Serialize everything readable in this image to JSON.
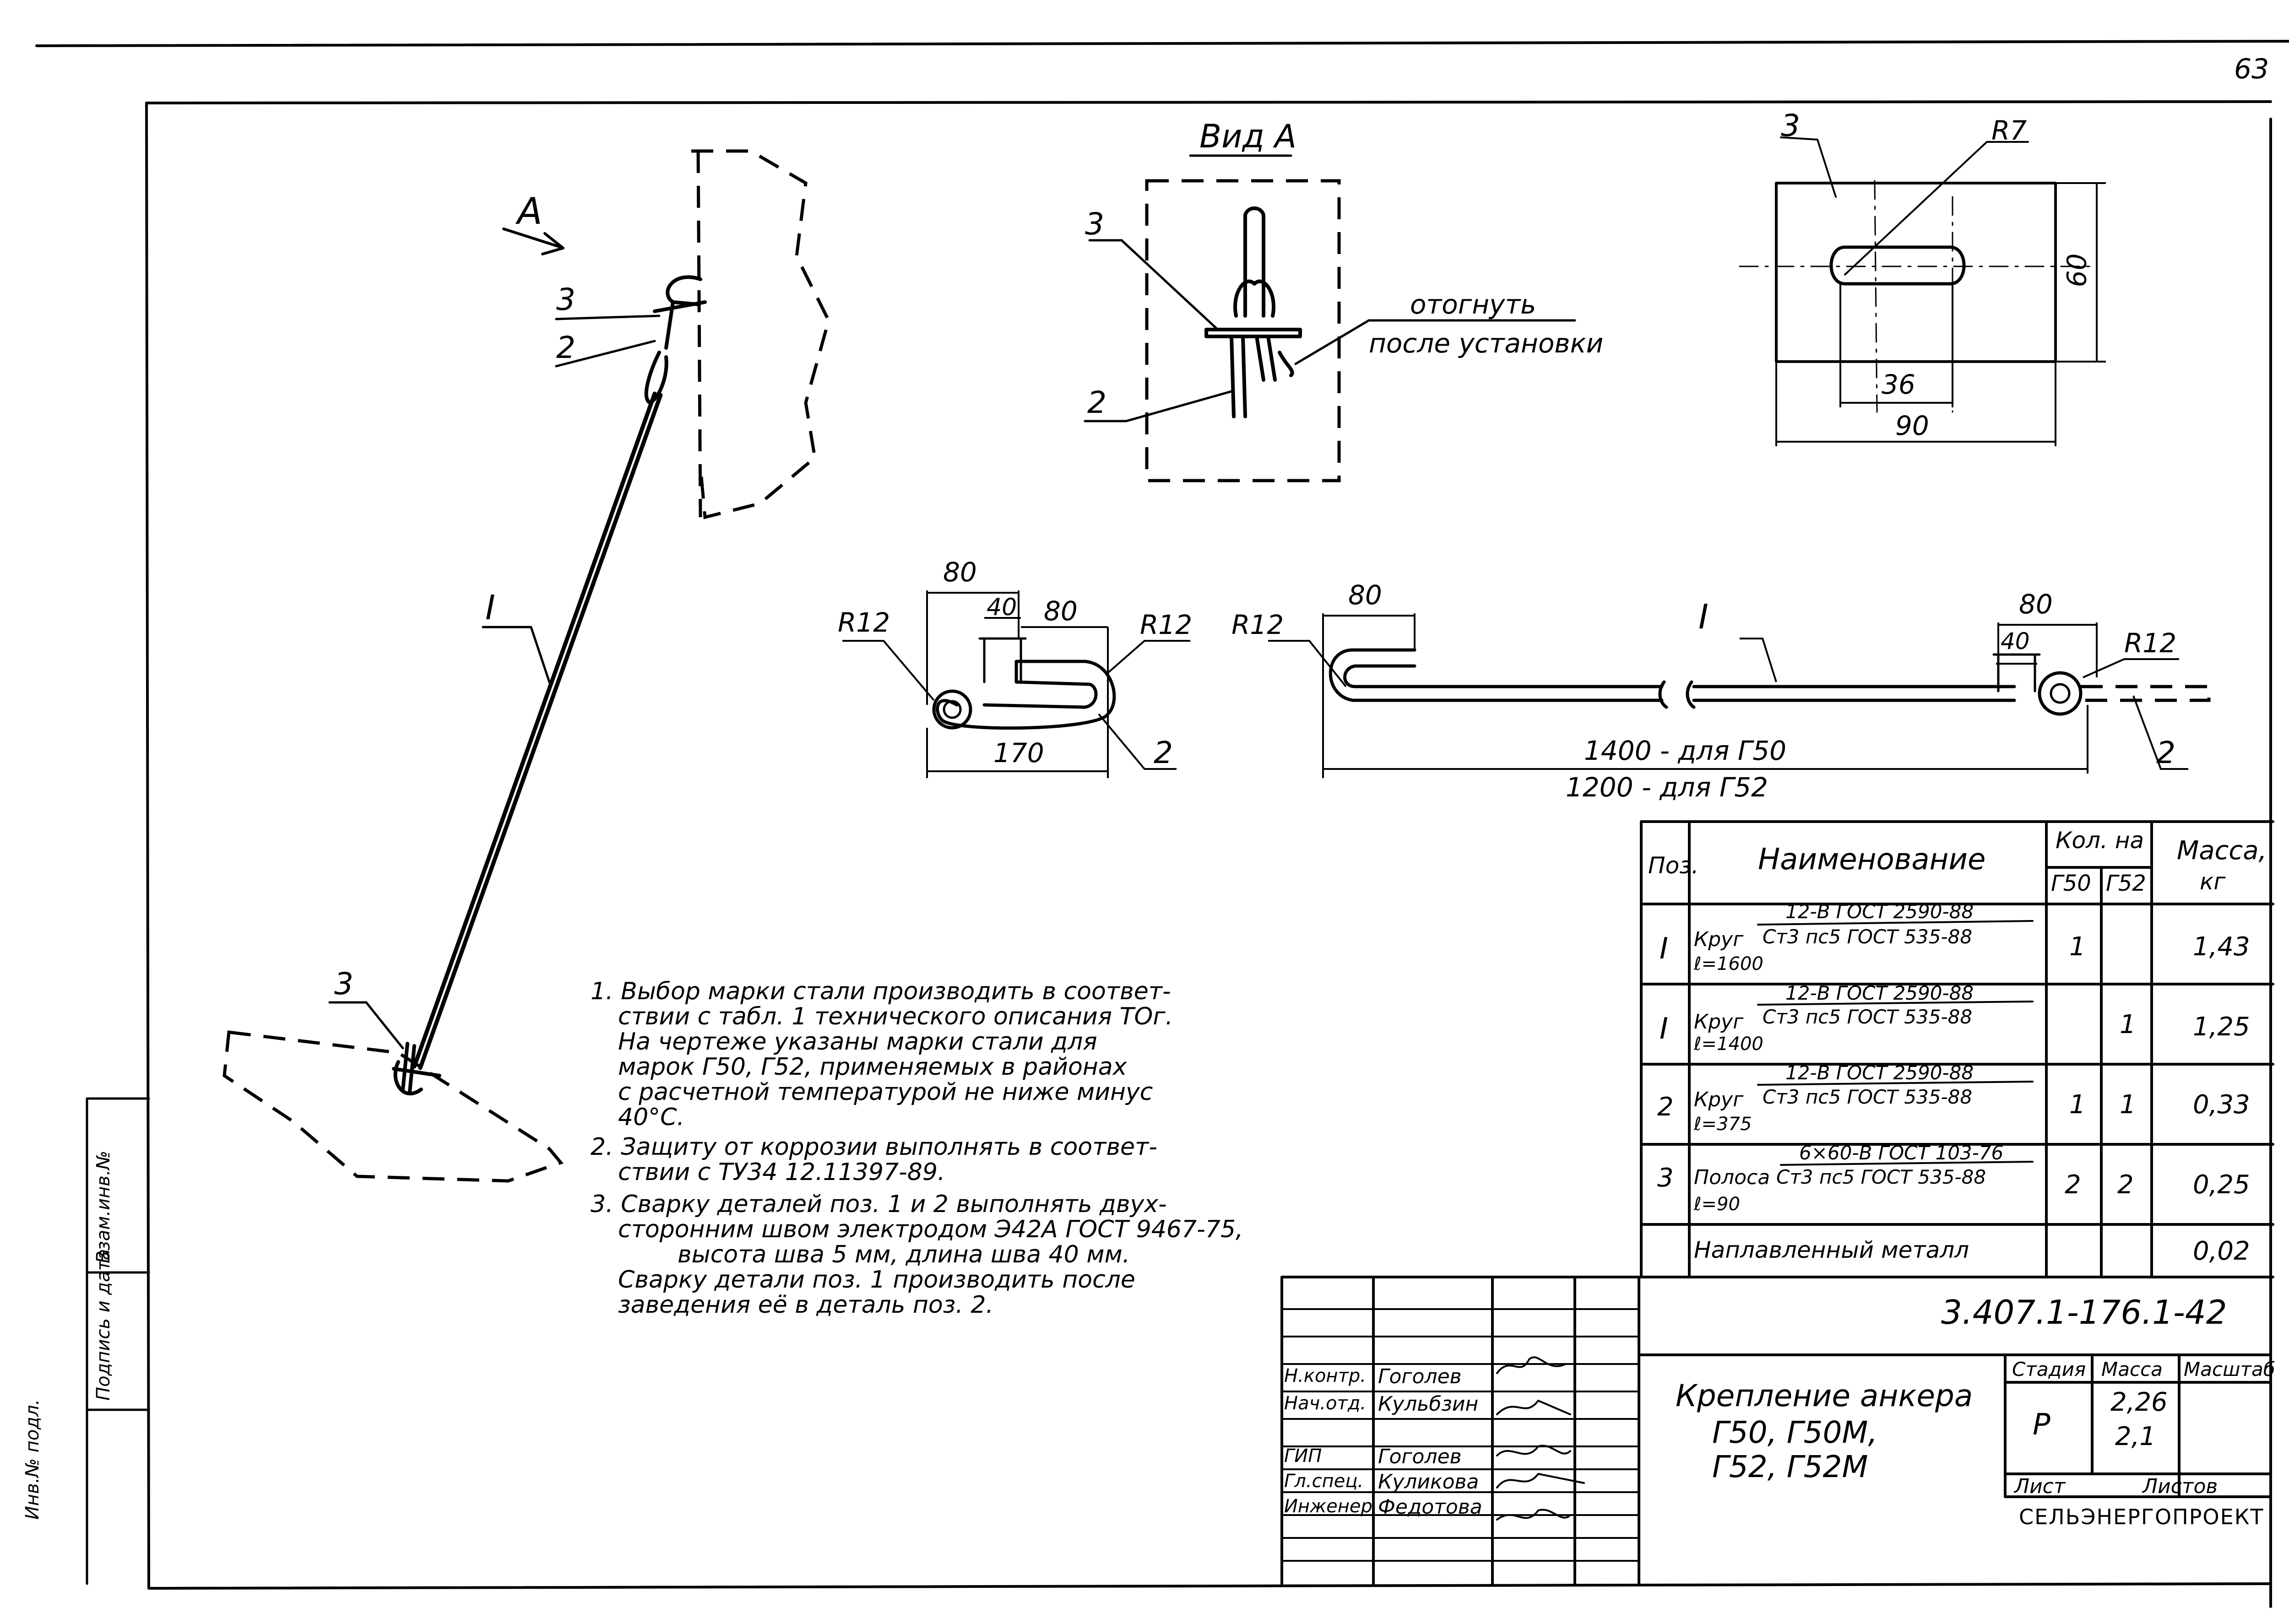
{
  "sheet_number": "63",
  "view_a": {
    "title": "Вид А",
    "arrow_label": "A"
  },
  "callouts": {
    "pos1": "I",
    "pos2": "2",
    "pos3": "3"
  },
  "note_bend": {
    "line1": "отогнуть",
    "line2": "после установки"
  },
  "plate": {
    "radius": "R7",
    "width": "90",
    "slot": "36",
    "height": "60"
  },
  "part2_dims": {
    "total": "80",
    "inner": "40",
    "hook": "80",
    "len": "170",
    "r_left": "R12",
    "r_right": "R12"
  },
  "part1_dims": {
    "hook_left": "80",
    "r_left": "R12",
    "hook_right": "80",
    "inner_right": "40",
    "r_right": "R12",
    "len_g50": "1400 - для Г50",
    "len_g52": "1200 - для Г52"
  },
  "notes": [
    "1. Выбор марки стали производить в соответ-",
    "ствии с табл. 1 технического описания ТОг.",
    "На чертеже указаны марки стали для",
    "марок Г50, Г52, применяемых в районах",
    "с расчетной температурой не ниже минус",
    "40°С.",
    "2. Защиту от коррозии выполнять в соответ-",
    "ствии с ТУ34 12.11397-89.",
    "3. Сварку деталей поз. 1 и 2 выполнять двух-",
    "сторонним швом электродом Э42А ГОСТ 9467-75,",
    "высота шва 5 мм, длина шва 40 мм.",
    "Сварку детали поз. 1 производить после",
    "заведения её в деталь поз. 2."
  ],
  "spec_table": {
    "headers": {
      "pos": "Поз.",
      "name": "Наименование",
      "qty": "Кол. на",
      "g50": "Г50",
      "g52": "Г52",
      "mass": "Масса,",
      "unit": "кг"
    },
    "rows": [
      {
        "pos": "I",
        "kind": "Круг",
        "top": "12-В ГОСТ 2590-88",
        "bottom": "Ст3 пс5 ГОСТ 535-88",
        "len": "ℓ=1600",
        "g50": "1",
        "g52": "",
        "mass": "1,43"
      },
      {
        "pos": "I",
        "kind": "Круг",
        "top": "12-В ГОСТ 2590-88",
        "bottom": "Ст3 пс5 ГОСТ 535-88",
        "len": "ℓ=1400",
        "g50": "",
        "g52": "1",
        "mass": "1,25"
      },
      {
        "pos": "2",
        "kind": "Круг",
        "top": "12-В ГОСТ 2590-88",
        "bottom": "Ст3 пс5 ГОСТ 535-88",
        "len": "ℓ=375",
        "g50": "1",
        "g52": "1",
        "mass": "0,33"
      },
      {
        "pos": "3",
        "kind": "Полоса",
        "top": "6×60-В ГОСТ 103-76",
        "bottom": "Ст3 пс5 ГОСТ 535-88",
        "len": "ℓ=90",
        "g50": "2",
        "g52": "2",
        "mass": "0,25"
      },
      {
        "pos": "",
        "kind": "Наплавленный металл",
        "top": "",
        "bottom": "",
        "len": "",
        "g50": "",
        "g52": "",
        "mass": "0,02"
      }
    ]
  },
  "title_block": {
    "doc_code": "3.407.1-176.1-42",
    "title_line1": "Крепление анкера",
    "title_line2": "Г50, Г50М,",
    "title_line3": "Г52, Г52М",
    "stage_label": "Стадия",
    "mass_label": "Масса",
    "scale_label": "Масштаб",
    "stage": "Р",
    "mass1": "2,26",
    "mass2": "2,1",
    "sheet_label": "Лист",
    "sheets_label": "Листов",
    "org": "СЕЛЬЭНЕРГОПРОЕКТ",
    "signers": [
      {
        "role": "Н.контр.",
        "name": "Гоголев"
      },
      {
        "role": "Нач.отд.",
        "name": "Кульбзин"
      },
      {
        "role": "ГИП",
        "name": "Гоголев"
      },
      {
        "role": "Гл.спец.",
        "name": "Куликова"
      },
      {
        "role": "Инженер",
        "name": "Федотова"
      }
    ]
  },
  "side_stamp": [
    "Инв.№ подл.",
    "Подпись и дата",
    "Взам.инв.№"
  ]
}
